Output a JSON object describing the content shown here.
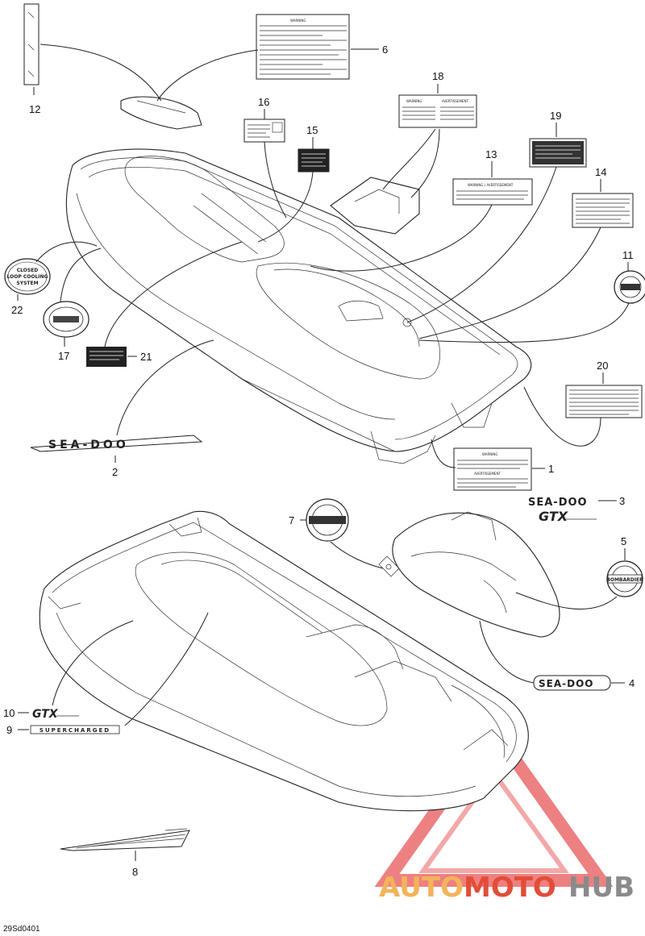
{
  "diagram": {
    "code": "29Sd0401",
    "callouts": [
      "1",
      "2",
      "3",
      "4",
      "5",
      "6",
      "7",
      "8",
      "9",
      "10",
      "11",
      "12",
      "13",
      "14",
      "15",
      "16",
      "17",
      "18",
      "19",
      "20",
      "21",
      "22"
    ],
    "decals": {
      "sea_doo": "SEA-DOO",
      "gtx": "GTX",
      "supercharged": "SUPERCHARGED",
      "bombardier": "BOMBARDIER",
      "warning": "WARNING",
      "avertissement": "AVERTISSEMENT",
      "warning_avertissement": "WARNING / AVERTISSEMENT",
      "closed_loop_line1": "CLOSED",
      "closed_loop_line2": "LOOP COOLING",
      "closed_loop_line3": "SYSTEM"
    }
  },
  "watermark": {
    "auto": "AUTO",
    "moto": "MOTO",
    "hub": "HUB"
  }
}
